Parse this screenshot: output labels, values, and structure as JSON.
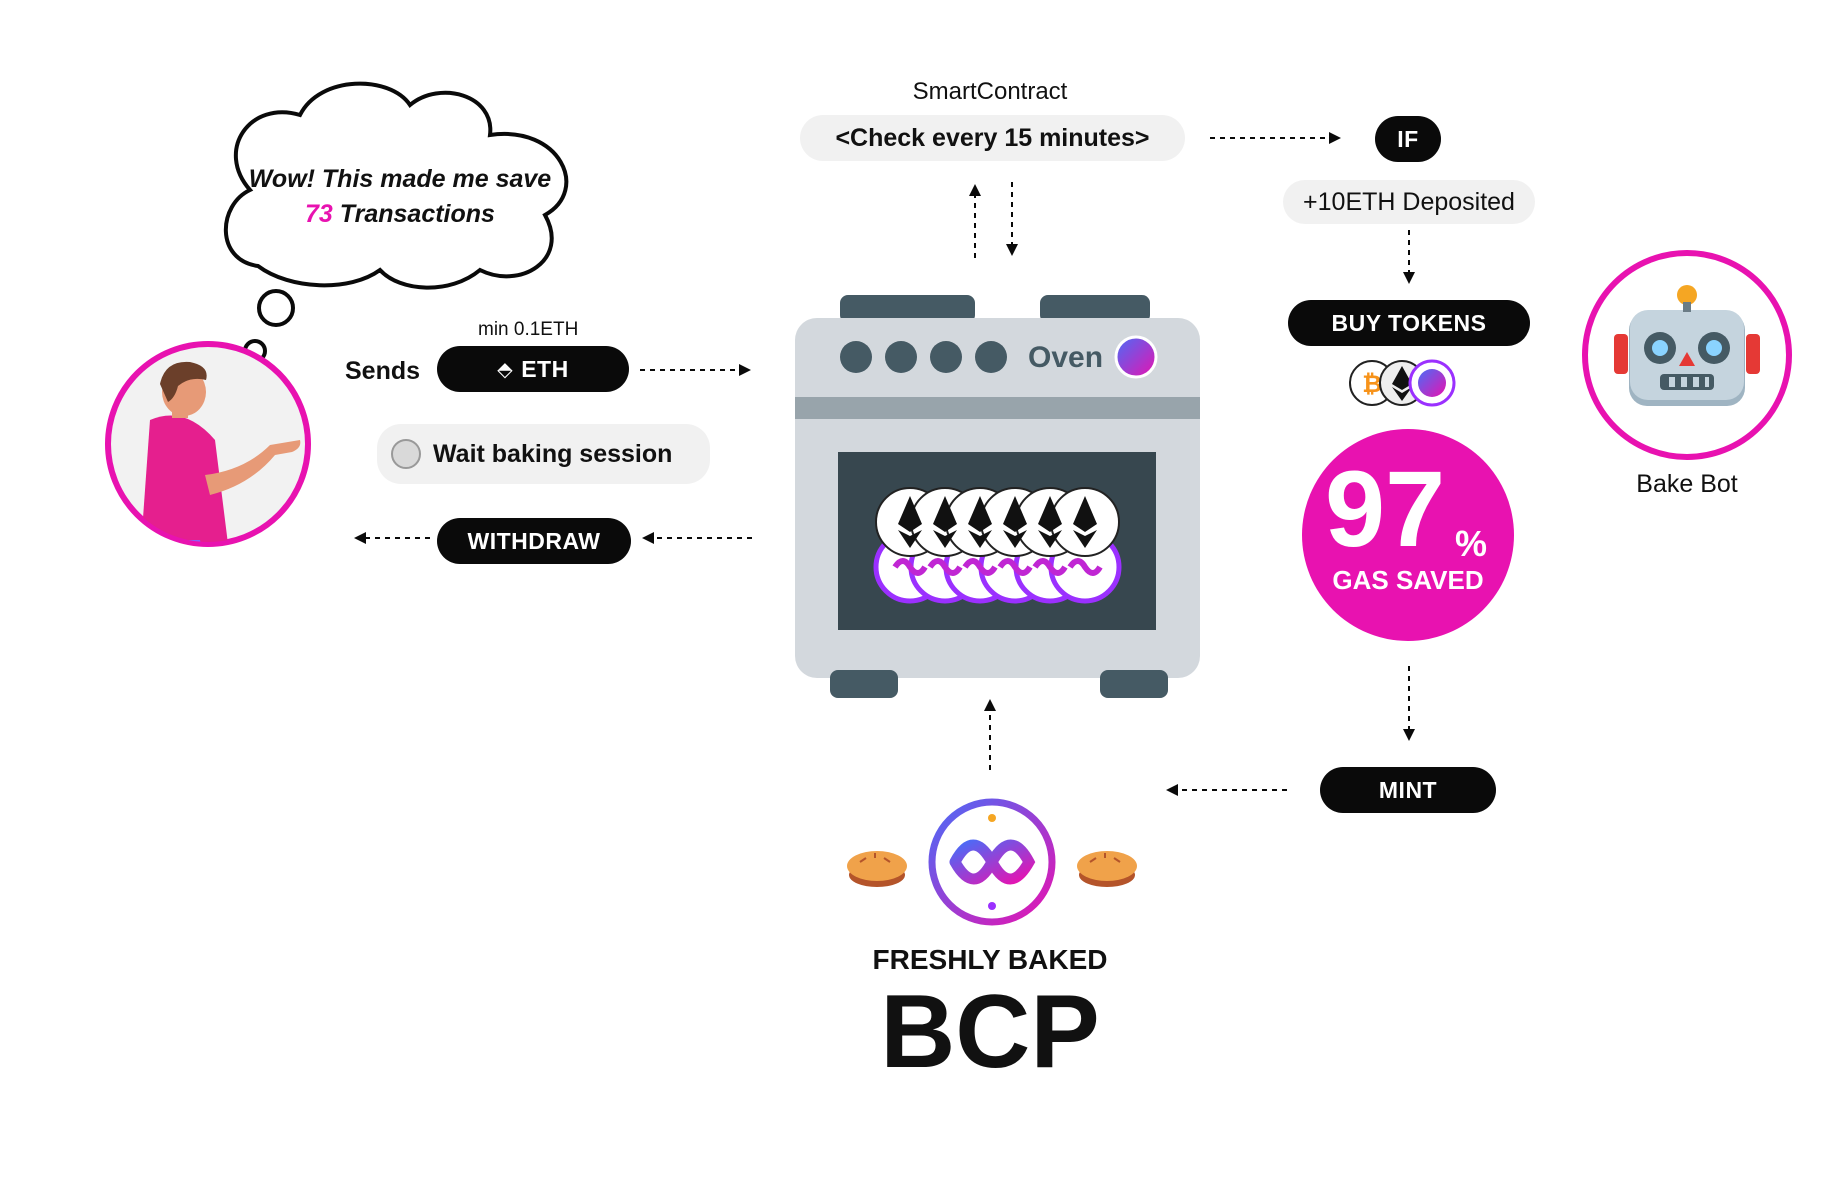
{
  "thought": {
    "line1": "Wow! This made me save",
    "count": "73",
    "line2": "Transactions"
  },
  "user": {
    "sends_label": "Sends",
    "min_label": "min 0.1ETH",
    "eth_button": "ETH",
    "wait_label": "Wait baking session",
    "withdraw_button": "WITHDRAW"
  },
  "smart_contract": {
    "title": "SmartContract",
    "check_label": "<Check every 15 minutes>"
  },
  "oven": {
    "title": "Oven"
  },
  "flow": {
    "if_label": "IF",
    "condition": "+10ETH Deposited",
    "buy_tokens": "BUY TOKENS",
    "mint": "MINT"
  },
  "gas": {
    "percent": "97",
    "percent_sign": "%",
    "label": "GAS SAVED"
  },
  "bot": {
    "name": "Bake Bot"
  },
  "result": {
    "subtitle": "FRESHLY BAKED",
    "title": "BCP"
  },
  "colors": {
    "accent": "#e812b0",
    "dark": "#0a0a0a",
    "oven_body": "#d3d8dd",
    "oven_window": "#37474f"
  }
}
